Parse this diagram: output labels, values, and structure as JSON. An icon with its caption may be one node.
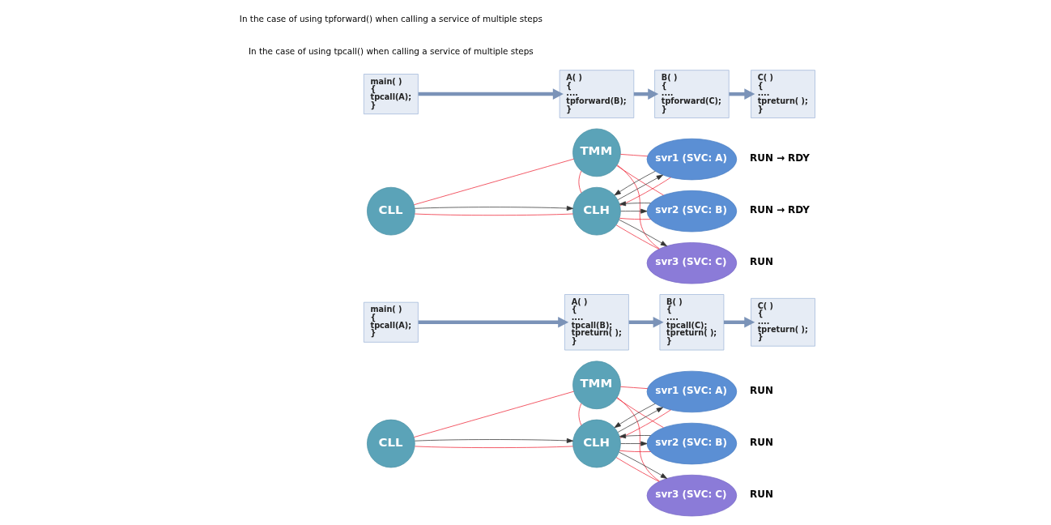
{
  "diagram": {
    "nodes": [
      {
        "text": [
          "CLL"
        ]
      },
      {
        "text": [
          "TMM"
        ]
      },
      {
        "text": [
          "CLH"
        ]
      },
      {
        "text": [
          "svr1 (SVC: A)"
        ],
        "beside": [
          "RUN"
        ]
      },
      {
        "text": [
          "svr2 (SVC: B)"
        ],
        "beside": [
          "RUN"
        ]
      },
      {
        "text": [
          "svr3 (SVC: C)"
        ],
        "beside": [
          "RUN"
        ]
      },
      {
        "text": [
          "main( )",
          "{",
          "tpcall(A);",
          "}"
        ]
      },
      {
        "text": [
          "A( )",
          "{",
          "....",
          "tpcall(B);",
          "tpreturn( );",
          "}"
        ]
      },
      {
        "text": [
          "B( )",
          "{",
          "....",
          "tpcall(C);",
          "tpreturn( );",
          "}"
        ]
      },
      {
        "text": [
          "C( )",
          "{",
          "....",
          "tpreturn( );",
          "}"
        ]
      },
      {
        "text": [
          "CLL"
        ]
      },
      {
        "text": [
          "TMM"
        ]
      },
      {
        "text": [
          "CLH"
        ]
      },
      {
        "text": [
          "svr1 (SVC: A)"
        ],
        "beside": [
          "RUN → RDY"
        ]
      },
      {
        "text": [
          "svr2 (SVC: B)"
        ],
        "beside": [
          "RUN → RDY"
        ]
      },
      {
        "text": [
          "svr3 (SVC: C)"
        ],
        "beside": [
          "RUN"
        ]
      },
      {
        "text": [
          "main( )",
          "{",
          "tpcall(A);",
          "}"
        ]
      },
      {
        "text": [
          "A( )",
          "{",
          "....",
          "tpforward(B);",
          "}"
        ]
      },
      {
        "text": [
          "B( )",
          "{",
          "....",
          "tpforward(C);",
          "}"
        ]
      },
      {
        "text": [
          "C( )",
          "{",
          "....",
          "tpreturn( );",
          "}"
        ]
      }
    ],
    "edges": [
      {
        "from": 0,
        "to": 1,
        "arrow": "none"
      },
      {
        "from": 0,
        "to": 2,
        "arrow": "none"
      },
      {
        "from": 1,
        "to": 2,
        "arrow": "none"
      },
      {
        "from": 1,
        "to": 3,
        "arrow": "none"
      },
      {
        "from": 1,
        "to": 4,
        "arrow": "none"
      },
      {
        "from": 1,
        "to": 5,
        "arrow": "none"
      },
      {
        "from": 2,
        "to": 3,
        "arrow": "none"
      },
      {
        "from": 2,
        "to": 4,
        "arrow": "none"
      },
      {
        "from": 2,
        "to": 5,
        "arrow": "none"
      },
      {
        "from": 0,
        "to": 2,
        "arrow": "to",
        "color": "#333333"
      },
      {
        "from": 2,
        "to": 3,
        "arrow": "to",
        "color": "#333333"
      },
      {
        "from": 3,
        "to": 2,
        "arrow": "to",
        "color": "#333333"
      },
      {
        "from": 2,
        "to": 4,
        "arrow": "to",
        "color": "#333333"
      },
      {
        "from": 4,
        "to": 2,
        "arrow": "to",
        "color": "#333333"
      },
      {
        "from": 2,
        "to": 5,
        "arrow": "to",
        "color": "#333333"
      },
      {
        "from": 6,
        "to": 7,
        "arrow": "to",
        "style": "thick",
        "color": "#7b93b8"
      },
      {
        "from": 7,
        "to": 8,
        "arrow": "to",
        "style": "thick",
        "color": "#7b93b8"
      },
      {
        "from": 8,
        "to": 9,
        "arrow": "to",
        "style": "thick",
        "color": "#7b93b8"
      },
      {
        "from": 10,
        "to": 11,
        "arrow": "none"
      },
      {
        "from": 10,
        "to": 12,
        "arrow": "none"
      },
      {
        "from": 11,
        "to": 12,
        "arrow": "none"
      },
      {
        "from": 11,
        "to": 13,
        "arrow": "none"
      },
      {
        "from": 11,
        "to": 14,
        "arrow": "none"
      },
      {
        "from": 11,
        "to": 15,
        "arrow": "none"
      },
      {
        "from": 12,
        "to": 13,
        "arrow": "none"
      },
      {
        "from": 12,
        "to": 14,
        "arrow": "none"
      },
      {
        "from": 12,
        "to": 15,
        "arrow": "none"
      },
      {
        "from": 10,
        "to": 12,
        "arrow": "to",
        "color": "#333333"
      },
      {
        "from": 12,
        "to": 13,
        "arrow": "to",
        "color": "#333333"
      },
      {
        "from": 13,
        "to": 12,
        "arrow": "to",
        "color": "#333333"
      },
      {
        "from": 12,
        "to": 14,
        "arrow": "to",
        "color": "#333333"
      },
      {
        "from": 14,
        "to": 12,
        "arrow": "to",
        "color": "#333333"
      },
      {
        "from": 12,
        "to": 15,
        "arrow": "to",
        "color": "#333333"
      },
      {
        "from": 16,
        "to": 17,
        "arrow": "to",
        "style": "thick",
        "color": "#7b93b8"
      },
      {
        "from": 17,
        "to": 18,
        "arrow": "to",
        "style": "thick",
        "color": "#7b93b8"
      },
      {
        "from": 18,
        "to": 19,
        "arrow": "to",
        "style": "thick",
        "color": "#7b93b8"
      }
    ],
    "labels": [
      "In the case of using tpcall() when calling a service of multiple steps",
      "In the case of using tpforward() when calling a service of multiple steps"
    ]
  }
}
